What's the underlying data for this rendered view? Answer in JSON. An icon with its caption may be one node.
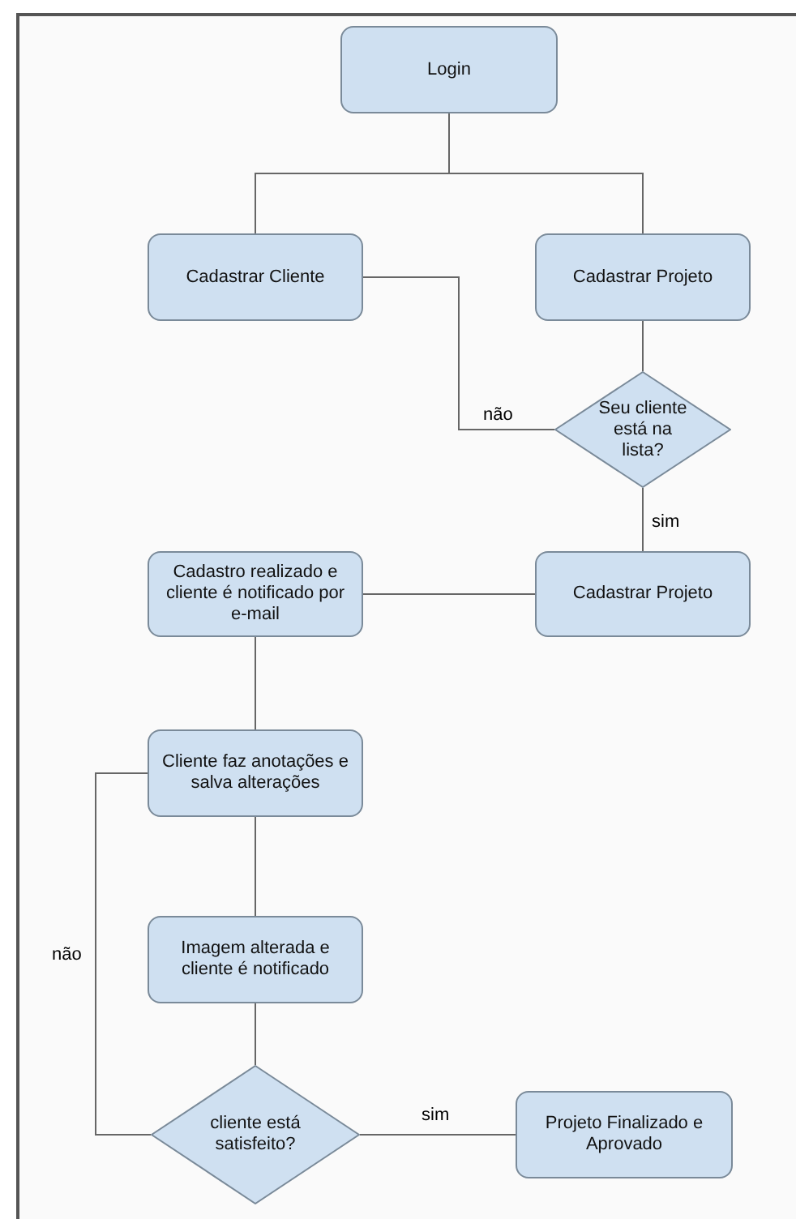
{
  "diagram": {
    "nodes": [
      {
        "text": [
          "Login"
        ]
      },
      {
        "text": [
          "Cadastrar Cliente"
        ]
      },
      {
        "text": [
          "Cadastrar Projeto"
        ]
      },
      {
        "text": [
          "Seu cliente está na lista?"
        ]
      },
      {
        "text": [
          "Cadastro realizado e cliente é notificado por e-mail"
        ]
      },
      {
        "text": [
          "Cadastrar Projeto"
        ]
      },
      {
        "text": [
          "Cliente faz anotações e salva alterações"
        ]
      },
      {
        "text": [
          "Imagem alterada e cliente é notificado"
        ]
      },
      {
        "text": [
          "cliente está satisfeito?"
        ]
      },
      {
        "text": [
          "Projeto Finalizado e Aprovado"
        ]
      }
    ],
    "edges": [
      {
        "from": 0,
        "to": 1,
        "arrow": "none"
      },
      {
        "from": 0,
        "to": 2,
        "arrow": "none"
      },
      {
        "from": 2,
        "to": 3,
        "arrow": "none"
      },
      {
        "from": 1,
        "to": 3,
        "arrow": "none",
        "label": "não"
      },
      {
        "from": 3,
        "to": 5,
        "arrow": "none",
        "label": "sim"
      },
      {
        "from": 5,
        "to": 4,
        "arrow": "none"
      },
      {
        "from": 4,
        "to": 6,
        "arrow": "none"
      },
      {
        "from": 6,
        "to": 7,
        "arrow": "none"
      },
      {
        "from": 7,
        "to": 8,
        "arrow": "none"
      },
      {
        "from": 8,
        "to": 9,
        "arrow": "none",
        "label": "sim"
      },
      {
        "from": 8,
        "to": 6,
        "arrow": "none",
        "label": "não"
      }
    ]
  }
}
